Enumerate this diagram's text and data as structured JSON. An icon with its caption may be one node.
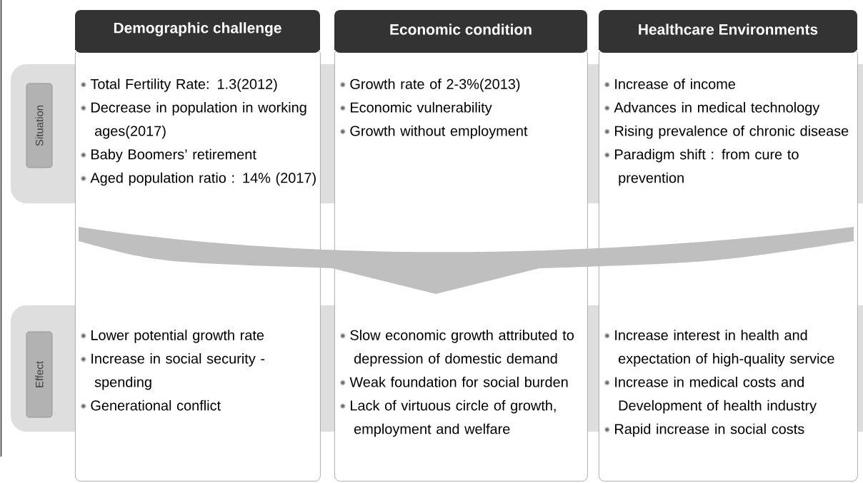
{
  "diagram": {
    "nodes": [
      {
        "text": [
          "Demographic challenge"
        ]
      },
      {
        "text": [
          "Economic condition"
        ]
      },
      {
        "text": [
          "Healthcare Environments"
        ]
      },
      {
        "text": [
          "Situation"
        ]
      },
      {
        "text": [
          "Total Fertility Rate: 1.3(2012)",
          "Decrease in population in working ages(2017)",
          "Baby Boomers’ retirement",
          "Aged population ratio : 14% (2017)"
        ],
        "in": 0
      },
      {
        "text": [
          "Growth rate of 2-3%(2013)",
          "Economic vulnerability",
          "Growth without employment"
        ],
        "in": 1
      },
      {
        "text": [
          "Increase of income",
          "Advances in medical technology",
          "Rising prevalence of chronic disease",
          "Paradigm shift : from cure to prevention"
        ],
        "in": 2
      },
      {
        "text": [
          "Effect"
        ]
      },
      {
        "text": [
          "Lower potential growth rate",
          "Increase in social security - spending",
          "Generational conflict"
        ],
        "in": 0
      },
      {
        "text": [
          "Slow economic growth attributed to depression of domestic demand",
          "Weak foundation for social burden",
          "Lack of virtuous circle of growth, employment and welfare"
        ],
        "in": 1
      },
      {
        "text": [
          "Increase interest in health and expectation of high-quality service",
          "Increase in medical costs and Development of health industry",
          "Rapid increase in social costs"
        ],
        "in": 2
      }
    ]
  }
}
